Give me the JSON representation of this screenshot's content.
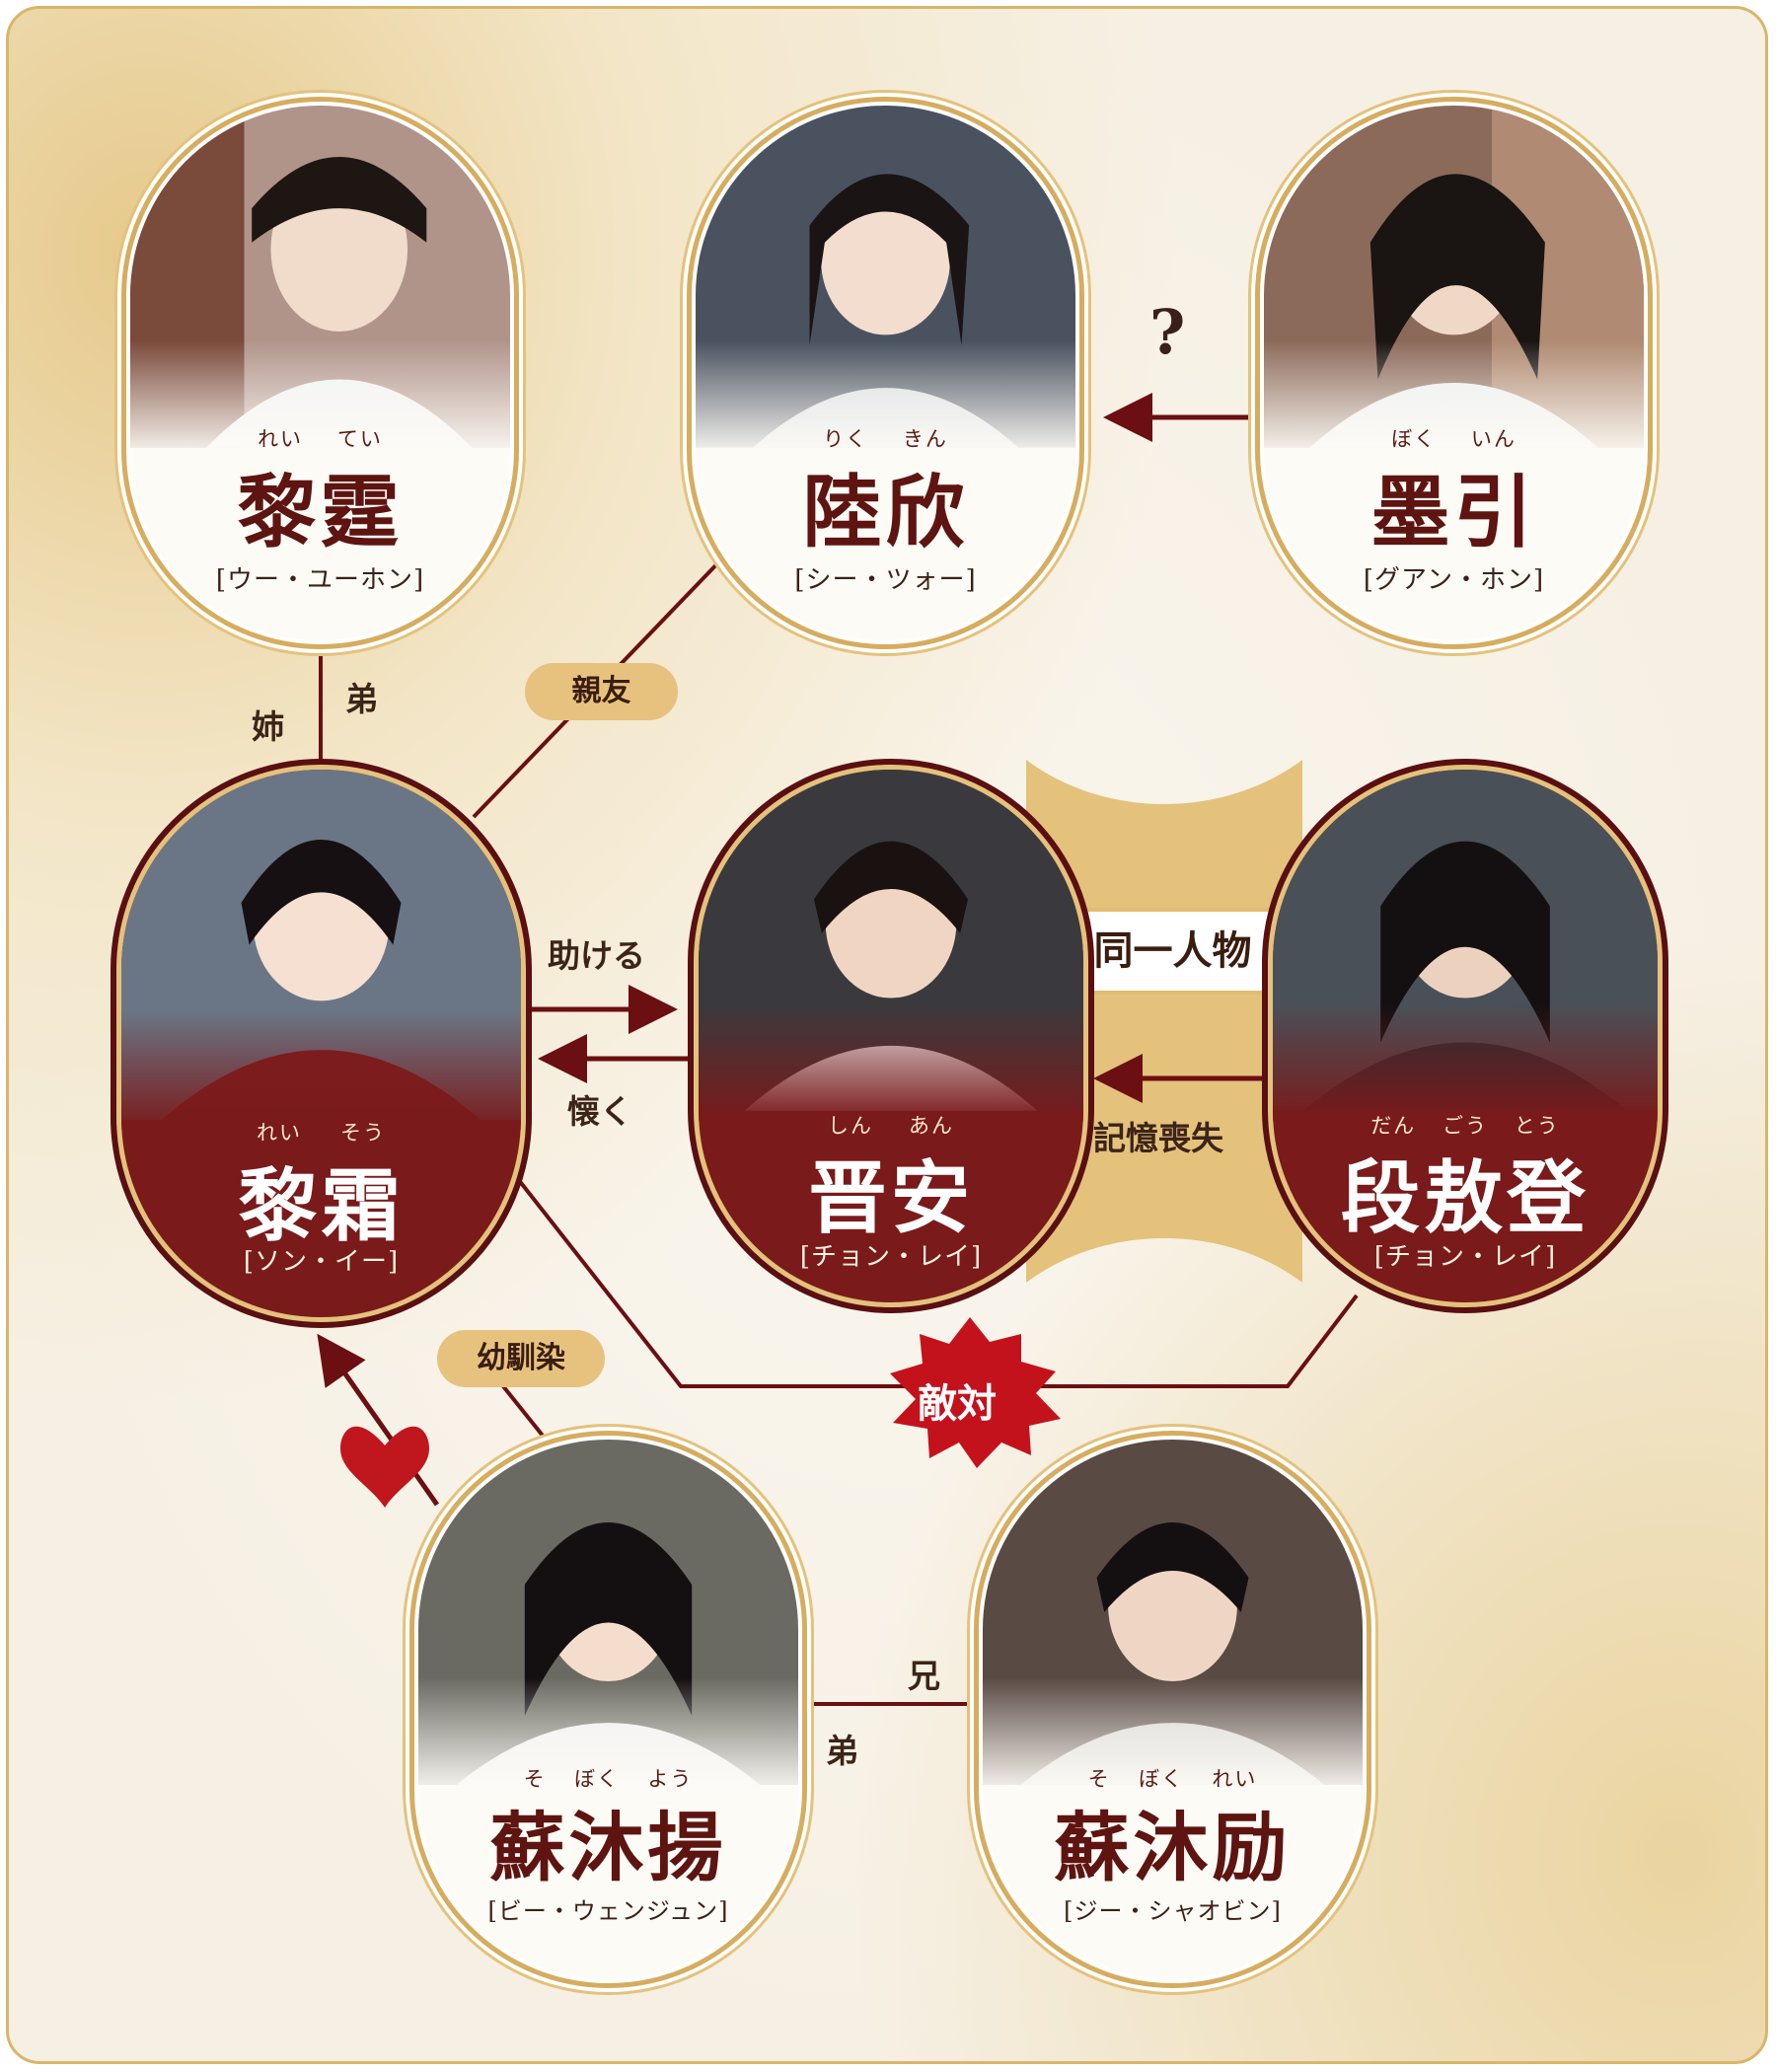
{
  "characters": {
    "leitei": {
      "ruby": [
        "れい",
        "てい"
      ],
      "name": "黎霆",
      "actor": "[ウー・ユーホン]"
    },
    "rikukin": {
      "ruby": [
        "りく",
        "きん"
      ],
      "name": "陸欣",
      "actor": "[シー・ツォー]"
    },
    "bokuin": {
      "ruby": [
        "ぼく",
        "いん"
      ],
      "name": "墨引",
      "actor": "[グアン・ホン]"
    },
    "reisou": {
      "ruby": [
        "れい",
        "そう"
      ],
      "name": "黎霜",
      "actor": "[ソン・イー]"
    },
    "shinan": {
      "ruby": [
        "しん",
        "あん"
      ],
      "name": "晋安",
      "actor": "[チョン・レイ]"
    },
    "dangoutou": {
      "ruby": [
        "だん",
        "ごう",
        "とう"
      ],
      "name": "段敖登",
      "actor": "[チョン・レイ]"
    },
    "sobokuyou": {
      "ruby": [
        "そ",
        "ぼく",
        "よう"
      ],
      "name": "蘇沐揚",
      "actor": "[ビー・ウェンジュン]"
    },
    "sobokurei": {
      "ruby": [
        "そ",
        "ぼく",
        "れい"
      ],
      "name": "蘇沐励",
      "actor": "[ジー・シャオビン]"
    }
  },
  "relations": {
    "question": "?",
    "younger_brother": "弟",
    "elder_sister": "姉",
    "best_friend": "親友",
    "helps": "助ける",
    "attached": "懐く",
    "same_person": "同一人物",
    "memory_loss": "記憶喪失",
    "childhood_friend": "幼馴染",
    "rival": "敵対",
    "elder_brother": "兄",
    "younger_brother_2": "弟"
  },
  "colors": {
    "dark_red": "#7a1a1a",
    "gold": "#e4c27c",
    "line_red": "#6b0f12",
    "heart": "#c0161e"
  }
}
